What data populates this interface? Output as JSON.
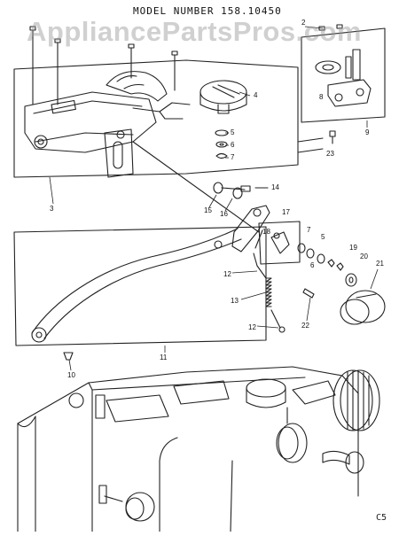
{
  "header": {
    "title": "MODEL NUMBER 158.10450"
  },
  "watermark": "AppliancePartsPros.com",
  "sheet_code": "C5",
  "callouts": [
    {
      "id": "c2",
      "label": "2"
    },
    {
      "id": "c3",
      "label": "3"
    },
    {
      "id": "c4",
      "label": "4"
    },
    {
      "id": "c5a",
      "label": "5"
    },
    {
      "id": "c6a",
      "label": "6"
    },
    {
      "id": "c7a",
      "label": "7"
    },
    {
      "id": "c8",
      "label": "8"
    },
    {
      "id": "c9",
      "label": "9"
    },
    {
      "id": "c23",
      "label": "23"
    },
    {
      "id": "c14",
      "label": "14"
    },
    {
      "id": "c15",
      "label": "15"
    },
    {
      "id": "c16",
      "label": "16"
    },
    {
      "id": "c17",
      "label": "17"
    },
    {
      "id": "c18",
      "label": "18"
    },
    {
      "id": "c7b",
      "label": "7"
    },
    {
      "id": "c5b",
      "label": "5"
    },
    {
      "id": "c6b",
      "label": "6"
    },
    {
      "id": "c19",
      "label": "19"
    },
    {
      "id": "c20",
      "label": "20"
    },
    {
      "id": "c21",
      "label": "21"
    },
    {
      "id": "c12a",
      "label": "12"
    },
    {
      "id": "c13",
      "label": "13"
    },
    {
      "id": "c12b",
      "label": "12"
    },
    {
      "id": "c22",
      "label": "22"
    },
    {
      "id": "c10",
      "label": "10"
    },
    {
      "id": "c11",
      "label": "11"
    }
  ]
}
